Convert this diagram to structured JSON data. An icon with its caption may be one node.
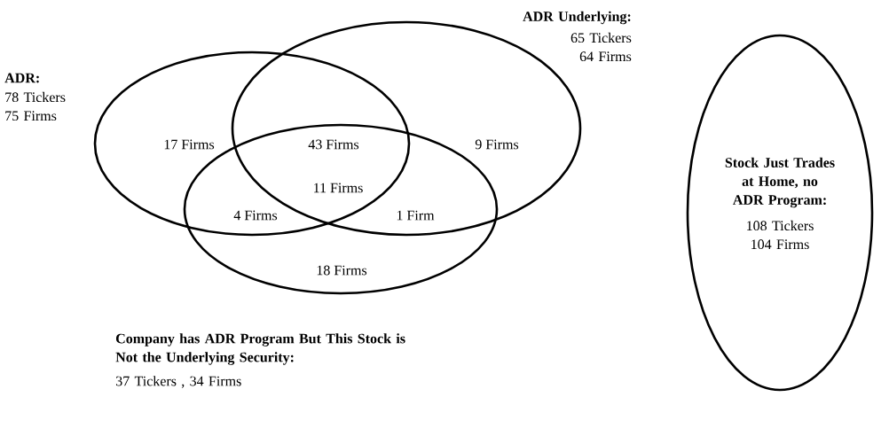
{
  "diagram": {
    "nodes": [
      {
        "text": [
          "ADR:",
          "78 Tickers 75 Firms"
        ]
      },
      {
        "text": [
          "ADR Underlying:",
          "65 Tickers 64 Firms"
        ]
      },
      {
        "text": [
          "Company has ADR Program But This Stock is Not the Underlying Security:",
          "37 Tickers , 34 Firms"
        ]
      },
      {
        "text": [
          "Stock Just Trades at Home, no ADR Program:",
          "108 Tickers 104 Firms"
        ]
      }
    ],
    "labels": [
      "17 Firms",
      "43 Firms",
      "9 Firms",
      "11 Firms",
      "4 Firms",
      "1 Firm",
      "18 Firms"
    ]
  }
}
